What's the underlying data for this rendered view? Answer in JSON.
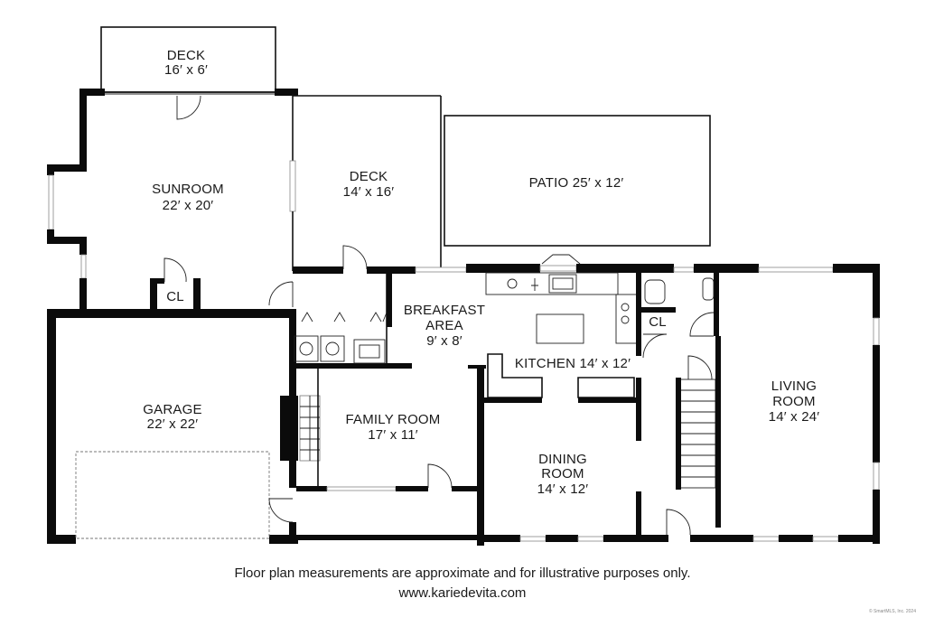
{
  "rooms": {
    "deck_top": {
      "name": "DECK",
      "size": "16′ x 6′"
    },
    "sunroom": {
      "name": "SUNROOM",
      "size": "22′ x 20′"
    },
    "deck_mid": {
      "name": "DECK",
      "size": "14′ x 16′"
    },
    "patio": {
      "name": "PATIO",
      "size": "25′ x 12′"
    },
    "closet_sun": {
      "name": "CL"
    },
    "closet_kitchen": {
      "name": "CL"
    },
    "breakfast": {
      "line1": "BREAKFAST",
      "line2": "AREA",
      "size": "9′ x 8′"
    },
    "kitchen": {
      "name": "KITCHEN",
      "size": "14′ x 12′"
    },
    "garage": {
      "name": "GARAGE",
      "size": "22′ x 22′"
    },
    "family": {
      "name": "FAMILY ROOM",
      "size": "17′ x 11′"
    },
    "dining": {
      "line1": "DINING",
      "line2": "ROOM",
      "size": "14′ x 12′"
    },
    "living": {
      "line1": "LIVING",
      "line2": "ROOM",
      "size": "14′ x 24′"
    }
  },
  "footer": {
    "disclaimer": "Floor plan measurements are approximate and for illustrative purposes only.",
    "website": "www.kariedevita.com",
    "copyright": "© SmartMLS, Inc. 2024"
  }
}
